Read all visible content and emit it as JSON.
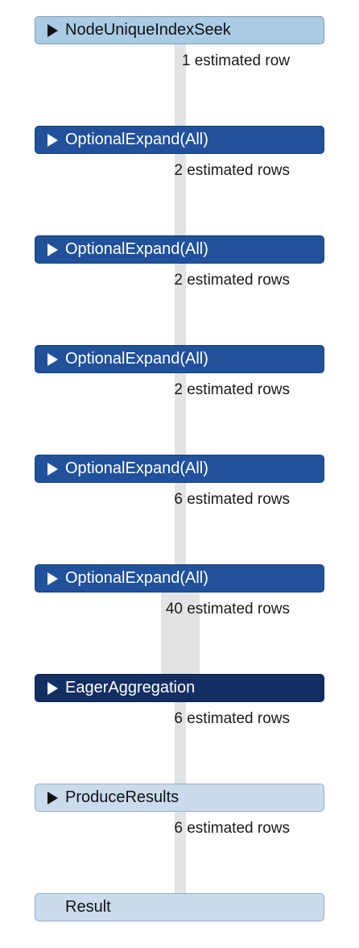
{
  "plan": {
    "operators": [
      {
        "label": "NodeUniqueIndexSeek",
        "rows_text": "1 estimated row",
        "rows": 1,
        "expandable": true,
        "style": "light-blue"
      },
      {
        "label": "OptionalExpand(All)",
        "rows_text": "2 estimated rows",
        "rows": 2,
        "expandable": true,
        "style": "blue"
      },
      {
        "label": "OptionalExpand(All)",
        "rows_text": "2 estimated rows",
        "rows": 2,
        "expandable": true,
        "style": "blue"
      },
      {
        "label": "OptionalExpand(All)",
        "rows_text": "2 estimated rows",
        "rows": 2,
        "expandable": true,
        "style": "blue"
      },
      {
        "label": "OptionalExpand(All)",
        "rows_text": "6 estimated rows",
        "rows": 6,
        "expandable": true,
        "style": "blue"
      },
      {
        "label": "OptionalExpand(All)",
        "rows_text": "40 estimated rows",
        "rows": 40,
        "expandable": true,
        "style": "blue"
      },
      {
        "label": "EagerAggregation",
        "rows_text": "6 estimated rows",
        "rows": 6,
        "expandable": true,
        "style": "dark-blue"
      },
      {
        "label": "ProduceResults",
        "rows_text": "6 estimated rows",
        "rows": 6,
        "expandable": true,
        "style": "pale"
      },
      {
        "label": "Result",
        "rows_text": null,
        "rows": null,
        "expandable": false,
        "style": "pale"
      }
    ],
    "colors": {
      "light-blue": {
        "bg": "#a9cbe4",
        "border": "#7f9fbc",
        "text": "#111111"
      },
      "blue": {
        "bg": "#20519a",
        "border": "#153d78",
        "text": "#ffffff"
      },
      "dark-blue": {
        "bg": "#132e63",
        "border": "#0c1f47",
        "text": "#ffffff"
      },
      "pale": {
        "bg": "#c9dbed",
        "border": "#97aec6",
        "text": "#111111"
      },
      "connector": "#e2e3e5"
    }
  }
}
